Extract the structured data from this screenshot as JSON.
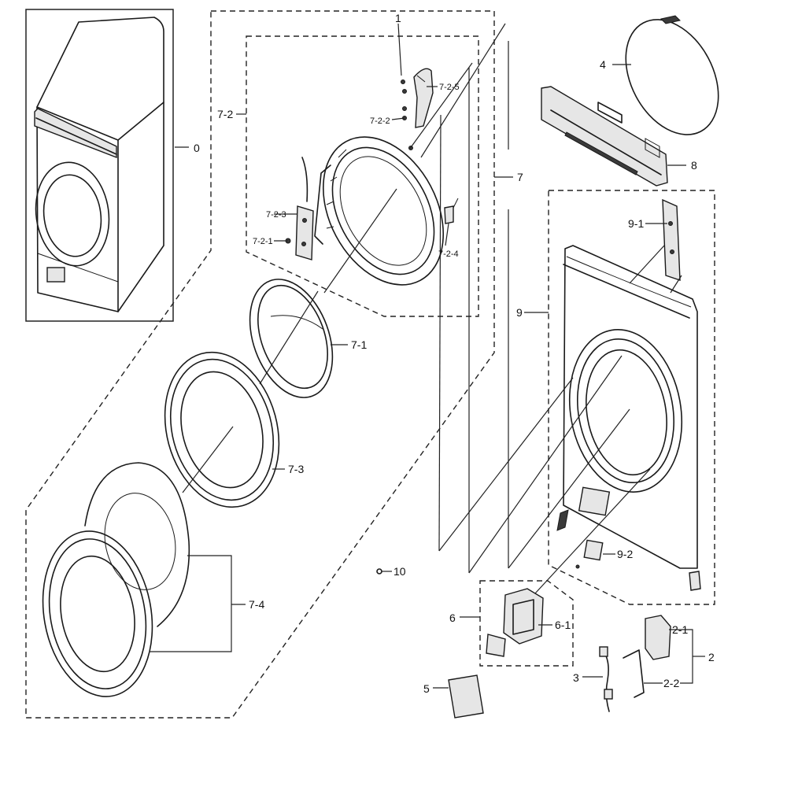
{
  "callouts": {
    "c0": "0",
    "c1": "1",
    "c2": "2",
    "c2_1": "2-1",
    "c2_2": "2-2",
    "c3": "3",
    "c4": "4",
    "c5": "5",
    "c6": "6",
    "c6_1": "6-1",
    "c7": "7",
    "c7_1": "7-1",
    "c7_2": "7-2",
    "c7_2_1": "7-2-1",
    "c7_2_2": "7-2-2",
    "c7_2_3": "7-2-3",
    "c7_2_4": "7-2-4",
    "c7_2_5": "7-2-5",
    "c7_3": "7-3",
    "c7_4": "7-4",
    "c8": "8",
    "c9": "9",
    "c9_1": "9-1",
    "c9_2": "9-2",
    "c10": "10"
  }
}
